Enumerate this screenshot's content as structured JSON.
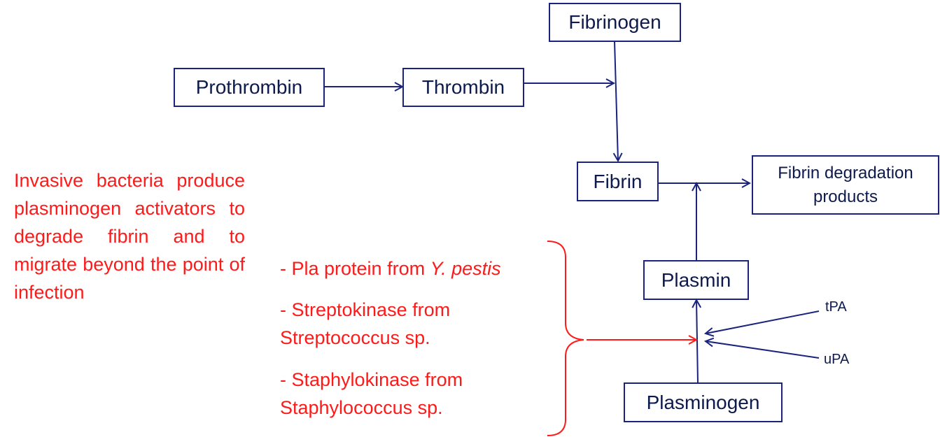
{
  "nodes": {
    "fibrinogen": "Fibrinogen",
    "prothrombin": "Prothrombin",
    "thrombin": "Thrombin",
    "fibrin": "Fibrin",
    "fdp_line1": "Fibrin degradation",
    "fdp_line2": "products",
    "plasmin": "Plasmin",
    "plasminogen": "Plasminogen"
  },
  "activators": {
    "tpa": "tPA",
    "upa": "uPA"
  },
  "description": "Invasive bacteria produce plasminogen activators to degrade fibrin and to migrate beyond the point of infection",
  "bacterial_activators": [
    {
      "prefix": "- Pla protein from ",
      "organism": "Y. pestis"
    },
    {
      "line1": "- Streptokinase from",
      "line2": "Streptococcus sp."
    },
    {
      "line1": "- Staphylokinase from",
      "line2": "Staphylococcus sp."
    }
  ],
  "colors": {
    "diagram_navy": "#1a237e",
    "text_navy": "#0d1a4d",
    "bacteria_red": "#ff1a1a"
  }
}
